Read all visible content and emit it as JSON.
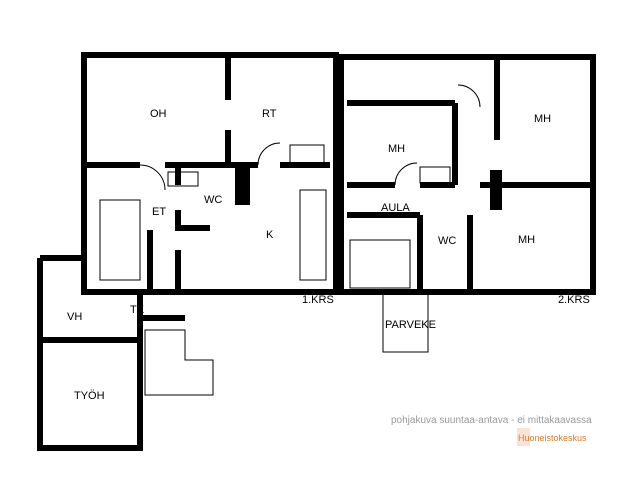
{
  "floor1": {
    "label": "1.KRS",
    "rooms": {
      "oh": "OH",
      "rt": "RT",
      "et": "ET",
      "wc": "WC",
      "k": "K",
      "vh": "VH",
      "tk": "TK",
      "tyoh": "TYÖH"
    }
  },
  "floor2": {
    "label": "2.KRS",
    "rooms": {
      "mh1": "MH",
      "mh2": "MH",
      "mh3": "MH",
      "aula": "AULA",
      "wc": "WC",
      "parveke": "PARVEKE"
    }
  },
  "footer": {
    "note": "pohjakuva suuntaa-antava - ei mittakaavassa",
    "logo": "Huoneistokeskus"
  }
}
